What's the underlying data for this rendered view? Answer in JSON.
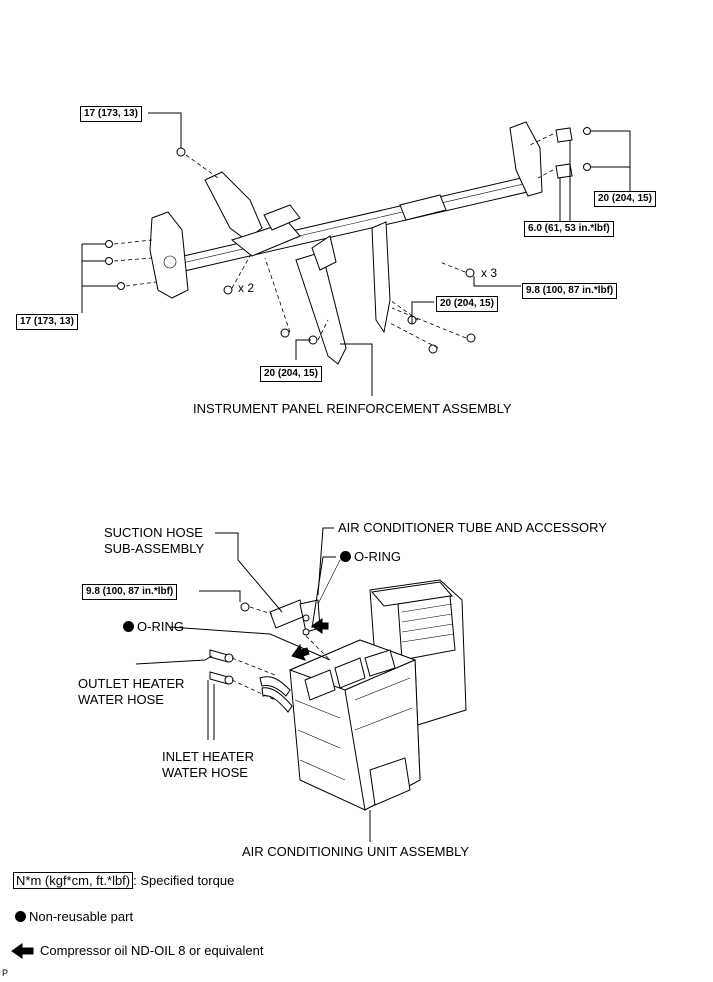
{
  "top": {
    "torque_tl": "17 (173, 13)",
    "torque_left": "17 (173, 13)",
    "torque_right_upper": "20 (204, 15)",
    "torque_right_mid": "6.0 (61, 53 in.*lbf)",
    "torque_right_low": "9.8 (100, 87 in.*lbf)",
    "torque_mid_right": "20 (204, 15)",
    "torque_bottom": "20 (204, 15)",
    "mult_x2": "x 2",
    "mult_x3": "x 3",
    "assembly_label": "INSTRUMENT PANEL REINFORCEMENT ASSEMBLY"
  },
  "bottom": {
    "suction_hose_line1": "SUCTION HOSE",
    "suction_hose_line2": "SUB-ASSEMBLY",
    "ac_tube_label": "AIR CONDITIONER TUBE AND ACCESSORY",
    "oring_right": "O-RING",
    "torque_suction": "9.8 (100, 87 in.*lbf)",
    "oring_left": "O-RING",
    "outlet_line1": "OUTLET HEATER",
    "outlet_line2": "WATER HOSE",
    "inlet_line1": "INLET HEATER",
    "inlet_line2": "WATER HOSE",
    "unit_label": "AIR CONDITIONING UNIT ASSEMBLY"
  },
  "legend": {
    "torque_units": "N*m (kgf*cm, ft.*lbf)",
    "torque_desc": ": Specified torque",
    "nonreusable": "Non-reusable part",
    "oil": "Compressor oil ND-OIL 8 or equivalent"
  },
  "corner_mark": "P"
}
